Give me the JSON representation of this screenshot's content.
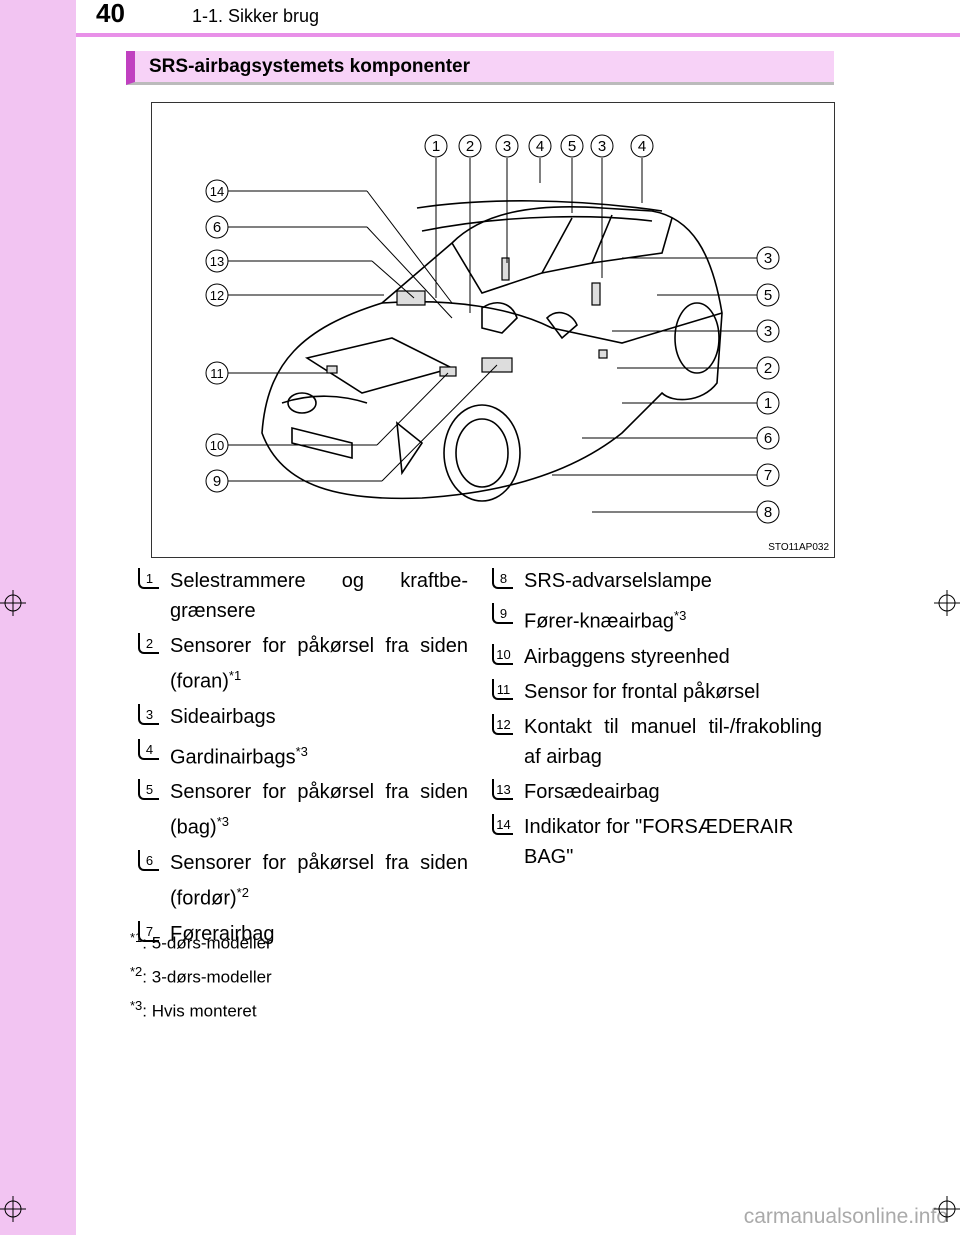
{
  "header": {
    "page_number": "40",
    "section": "1-1. Sikker brug"
  },
  "heading": "SRS-airbagsystemets komponenter",
  "figure": {
    "code": "STO11AP032",
    "top_callouts": [
      "1",
      "2",
      "3",
      "4",
      "5",
      "3",
      "4"
    ],
    "left_callouts": [
      "14",
      "6",
      "13",
      "12",
      "11",
      "10",
      "9"
    ],
    "right_callouts": [
      "3",
      "5",
      "3",
      "2",
      "1",
      "6",
      "7",
      "8"
    ]
  },
  "items": [
    {
      "num": "1",
      "text": "Selestrammere og kraftbe-grænsere",
      "sup": ""
    },
    {
      "num": "2",
      "text": "Sensorer for påkørsel fra siden (foran)",
      "sup": "*1"
    },
    {
      "num": "3",
      "text": "Sideairbags",
      "sup": ""
    },
    {
      "num": "4",
      "text": "Gardinairbags",
      "sup": "*3"
    },
    {
      "num": "5",
      "text": "Sensorer for påkørsel fra siden (bag)",
      "sup": "*3"
    },
    {
      "num": "6",
      "text": "Sensorer for påkørsel fra siden (fordør)",
      "sup": "*2"
    },
    {
      "num": "7",
      "text": "Førerairbag",
      "sup": ""
    },
    {
      "num": "8",
      "text": "SRS-advarselslampe",
      "sup": ""
    },
    {
      "num": "9",
      "text": "Fører-knæairbag",
      "sup": "*3"
    },
    {
      "num": "10",
      "text": "Airbaggens styreenhed",
      "sup": ""
    },
    {
      "num": "11",
      "text": "Sensor for frontal påkørsel",
      "sup": ""
    },
    {
      "num": "12",
      "text": "Kontakt til manuel til-/frakobling af airbag",
      "sup": ""
    },
    {
      "num": "13",
      "text": "Forsædeairbag",
      "sup": ""
    },
    {
      "num": "14",
      "text": "Indikator for \"FORSÆDERAIR BAG\"",
      "sup": ""
    }
  ],
  "footnotes": [
    {
      "mark": "*1",
      "text": ": 5-dørs-modeller"
    },
    {
      "mark": "*2",
      "text": ": 3-dørs-modeller"
    },
    {
      "mark": "*3",
      "text": ": Hvis monteret"
    }
  ],
  "footer": "carmanualsonline.info",
  "colors": {
    "side_strip": "#f2c4f2",
    "heading_bg": "#f7d2f7",
    "heading_accent": "#c040c0"
  }
}
